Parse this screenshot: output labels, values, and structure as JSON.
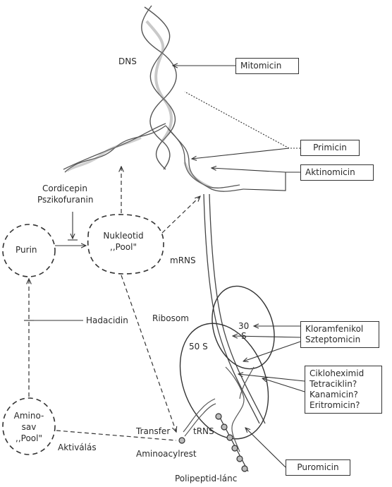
{
  "labels": {
    "dns": "DNS",
    "cordicepin": "Cordicepin",
    "pszikofuranin": "Pszikofuranin",
    "purin": "Purin",
    "nukleotid": "Nukleotid",
    "nukleotid_pool": ",,Pool\"",
    "mrns": "mRNS",
    "hadacidin": "Hadacidin",
    "ribosom": "Ribosom",
    "s30": "30",
    "s30_s": "S",
    "s50": "50 S",
    "aminosav_1": "Amino-",
    "aminosav_2": "sav",
    "aminosav_3": ",,Pool\"",
    "transfer": "Transfer",
    "trns": "tRNS",
    "aktivalas": "Aktiválás",
    "aminoacylrest": "Aminoacylrest",
    "polipeptid": "Polipeptid-lánc"
  },
  "boxes": {
    "mitomicin": "Mitomicin",
    "primicin": "Primicin",
    "aktinomicin": "Aktinomicin",
    "kloramfenikol": "Kloramfenikol",
    "sztreptomicin": "Szteptomicin",
    "cikloheximid": "Cikloheximid",
    "tetraciklin": "Tetraciklin?",
    "kanamicin": "Kanamicin?",
    "eritromicin": "Eritromicin?",
    "puromicin": "Puromicin"
  }
}
